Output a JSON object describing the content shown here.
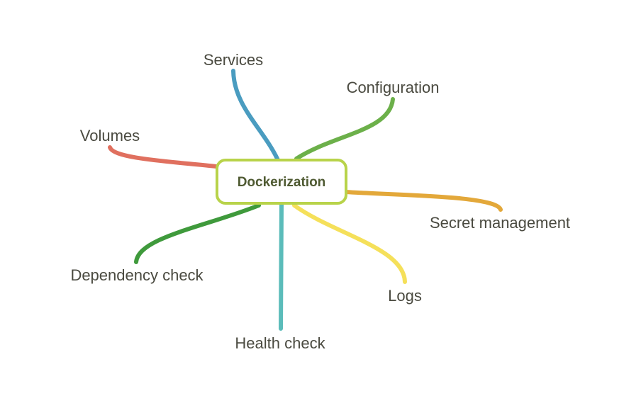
{
  "center": {
    "label": "Dockerization",
    "border_color": "#b8d34a"
  },
  "branches": [
    {
      "id": "services",
      "label": "Services",
      "color": "#4a9cc0"
    },
    {
      "id": "configuration",
      "label": "Configuration",
      "color": "#6cb04a"
    },
    {
      "id": "volumes",
      "label": "Volumes",
      "color": "#e0705f"
    },
    {
      "id": "secret-management",
      "label": "Secret management",
      "color": "#e3a83a"
    },
    {
      "id": "dependency-check",
      "label": "Dependency check",
      "color": "#3f9a3c"
    },
    {
      "id": "health-check",
      "label": "Health check",
      "color": "#5bbcba"
    },
    {
      "id": "logs",
      "label": "Logs",
      "color": "#f5e05a"
    }
  ]
}
